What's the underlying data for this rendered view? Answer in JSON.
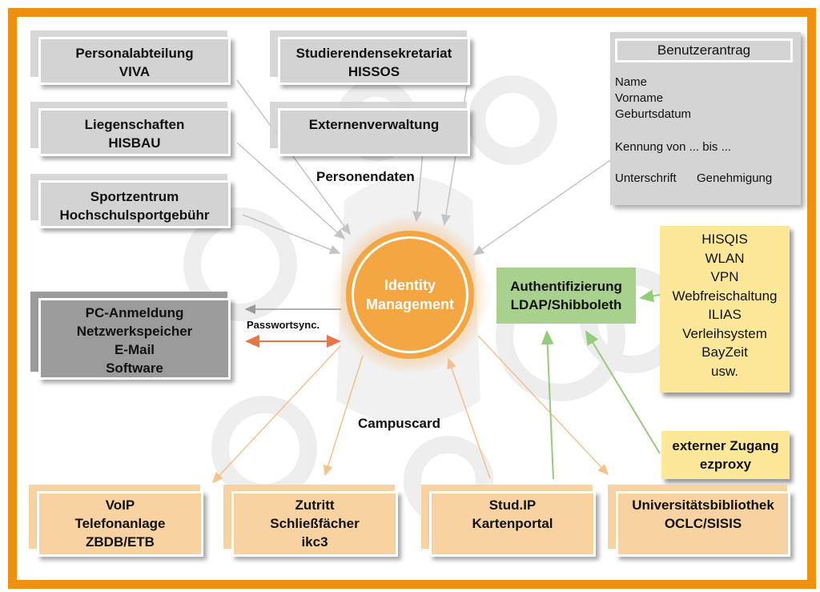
{
  "colors": {
    "frame": "#f0900f",
    "grey_box": "#d3d3d3",
    "dark_box": "#9b9b9b",
    "peach_box": "#f8d3a1",
    "circle": "#f3a642",
    "green_box": "#a9d18e",
    "yellow_box": "#fde89a",
    "arrow_grey": "#c4c4c4",
    "arrow_orange": "#f5c18b",
    "arrow_green": "#94cd7a",
    "arrow_sync": "#e8744a"
  },
  "sources": [
    {
      "lines": [
        "Personalabteilung",
        "VIVA"
      ]
    },
    {
      "lines": [
        "Studierendensekretariat",
        "HISSOS"
      ]
    },
    {
      "lines": [
        "Liegenschaften",
        "HISBAU"
      ]
    },
    {
      "lines": [
        "Externenverwaltung"
      ]
    },
    {
      "lines": [
        "Sportzentrum",
        "Hochschulsportgebühr"
      ]
    }
  ],
  "labels": {
    "personendaten": "Personendaten",
    "passwortsync": "Passwortsync.",
    "campuscard": "Campuscard"
  },
  "center": {
    "lines": [
      "Identity",
      "Management"
    ]
  },
  "pc_box": {
    "lines": [
      "PC-Anmeldung",
      "Netzwerkspeicher",
      "E-Mail",
      "Software"
    ]
  },
  "form": {
    "title": "Benutzerantrag",
    "fields": [
      "Name",
      "Vorname",
      "Geburtsdatum",
      "Kennung von ... bis ...",
      "Unterschrift",
      "Genehmigung"
    ]
  },
  "auth": {
    "lines": [
      "Authentifizierung",
      "LDAP/Shibboleth"
    ]
  },
  "services": {
    "lines": [
      "HISQIS",
      "WLAN",
      "VPN",
      "Webfreischaltung",
      "ILIAS",
      "Verleihsystem",
      "BayZeit",
      "usw."
    ]
  },
  "external": {
    "lines": [
      "externer Zugang",
      "ezproxy"
    ]
  },
  "campus_targets": [
    {
      "lines": [
        "VoIP",
        "Telefonanlage",
        "ZBDB/ETB"
      ]
    },
    {
      "lines": [
        "Zutritt",
        "Schließfächer",
        "ikc3"
      ]
    },
    {
      "lines": [
        "Stud.IP",
        "Kartenportal"
      ]
    },
    {
      "lines": [
        "Universitätsbibliothek",
        "OCLC/SISIS"
      ]
    }
  ]
}
